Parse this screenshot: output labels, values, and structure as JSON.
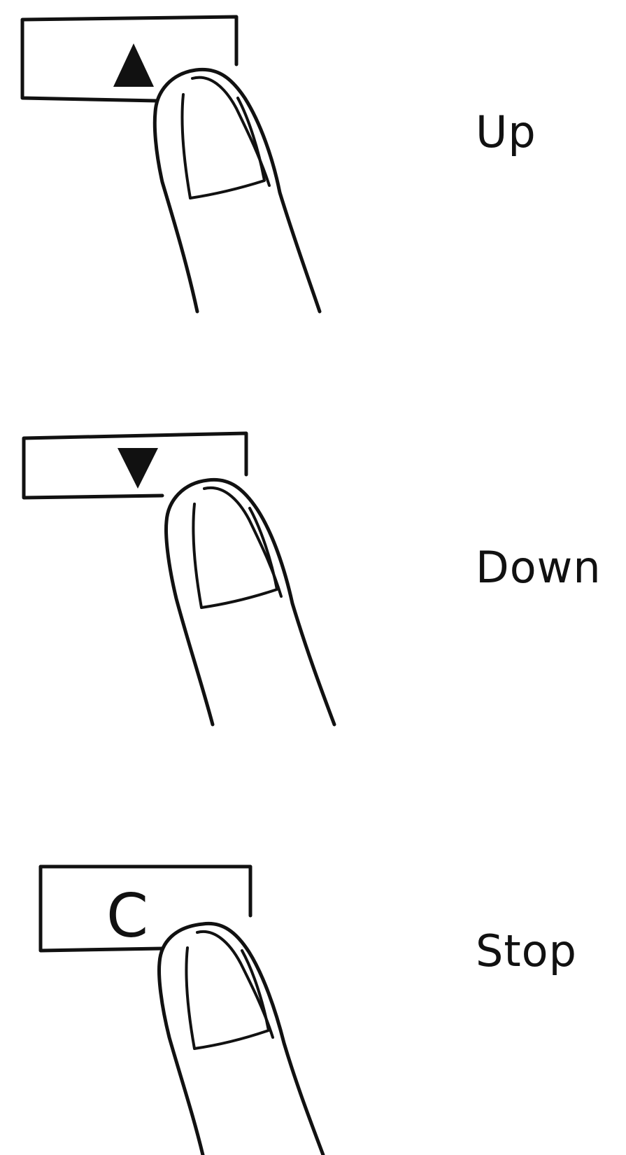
{
  "steps": [
    {
      "key_symbol": "▲",
      "key_icon": "up-triangle-icon",
      "label": "Up"
    },
    {
      "key_symbol": "▼",
      "key_icon": "down-triangle-icon",
      "label": "Down"
    },
    {
      "key_symbol": "C",
      "key_icon": "letter-c",
      "label": "Stop"
    }
  ]
}
